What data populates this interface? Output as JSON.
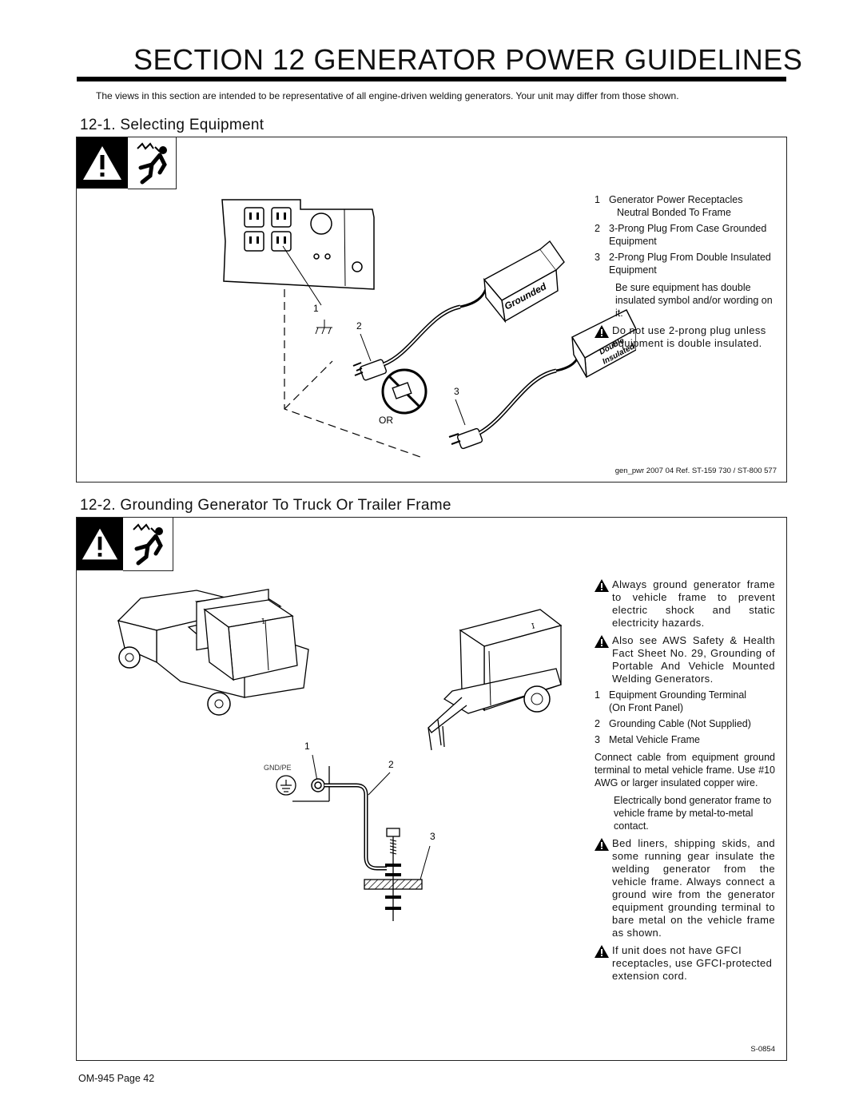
{
  "header": {
    "title": "SECTION 12 GENERATOR POWER GUIDELINES",
    "intro": "The views in this section are intended to be representative of all engine-driven welding generators. Your unit may differ from those shown."
  },
  "section1": {
    "heading": "12-1. Selecting Equipment",
    "items": [
      {
        "num": "1",
        "text": "Generator Power Receptacles",
        "text2": "Neutral Bonded To Frame"
      },
      {
        "num": "2",
        "text": "3-Prong Plug From Case Grounded Equipment"
      },
      {
        "num": "3",
        "text": "2-Prong Plug From Double Insulated Equipment"
      }
    ],
    "note": "Be sure equipment has double insulated symbol and/or wording on it.",
    "warning": "Do not use 2-prong plug unless equipment is double insulated.",
    "figure": {
      "callout1": "1",
      "callout2": "2",
      "callout3": "3",
      "or_label": "OR",
      "grounded_label": "Grounded",
      "double_label": "Double",
      "insulated_label": "Insulated"
    },
    "ref": "gen_pwr 2007 04 Ref. ST-159 730 / ST-800 577"
  },
  "section2": {
    "heading": "12-2. Grounding Generator To Truck Or Trailer Frame",
    "warning1": "Always ground generator frame to vehicle frame to prevent electric shock and static electricity hazards.",
    "warning2": "Also see AWS Safety & Health Fact Sheet No. 29, Grounding of Portable And Vehicle Mounted Welding Generators.",
    "items": [
      {
        "num": "1",
        "text": "Equipment Grounding Terminal",
        "text2": "(On Front Panel)"
      },
      {
        "num": "2",
        "text": "Grounding Cable (Not Supplied)"
      },
      {
        "num": "3",
        "text": "Metal Vehicle Frame"
      }
    ],
    "para1": "Connect cable from equipment ground terminal to metal vehicle frame. Use #10 AWG or larger insulated copper wire.",
    "para2": "Electrically bond generator frame to vehicle frame by metal-to-metal contact.",
    "warning3": "Bed liners, shipping skids, and some running gear insulate the welding generator from the vehicle frame. Always connect a ground wire from the generator equipment grounding terminal to bare metal on the vehicle frame as shown.",
    "warning4": "If unit does not have GFCI receptacles, use GFCI-protected extension cord.",
    "figure": {
      "callout1": "1",
      "callout2": "2",
      "callout3": "3",
      "gnd_label": "GND/PE"
    },
    "ref": "S-0854"
  },
  "footer": {
    "page": "OM-945 Page 42"
  },
  "icons": {
    "warning": "warning-triangle-icon",
    "shock": "electric-shock-icon"
  }
}
